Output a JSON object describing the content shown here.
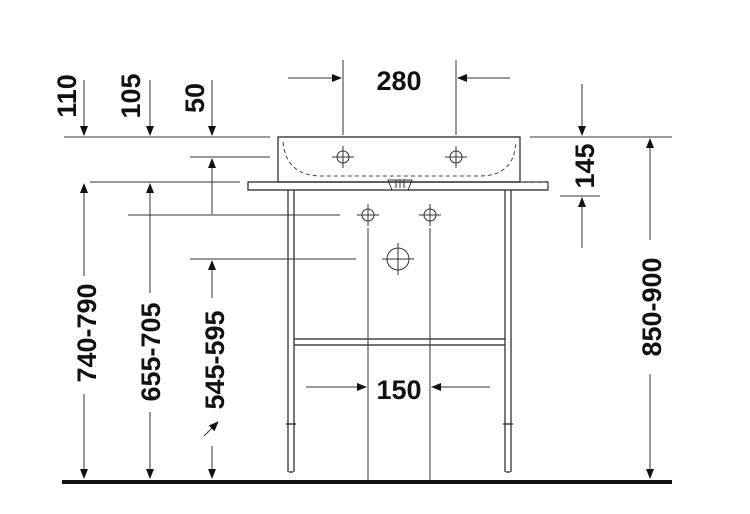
{
  "dimensions": {
    "top_width": "280",
    "tap_spacing": "150",
    "top_offset_1": "110",
    "top_offset_2": "105",
    "top_offset_3": "50",
    "basin_depth": "145",
    "rim_height": "850-900",
    "height_1": "740-790",
    "height_2": "655-705",
    "height_3": "545-595"
  },
  "colors": {
    "line": "#222222",
    "text": "#111111",
    "background": "#ffffff"
  }
}
